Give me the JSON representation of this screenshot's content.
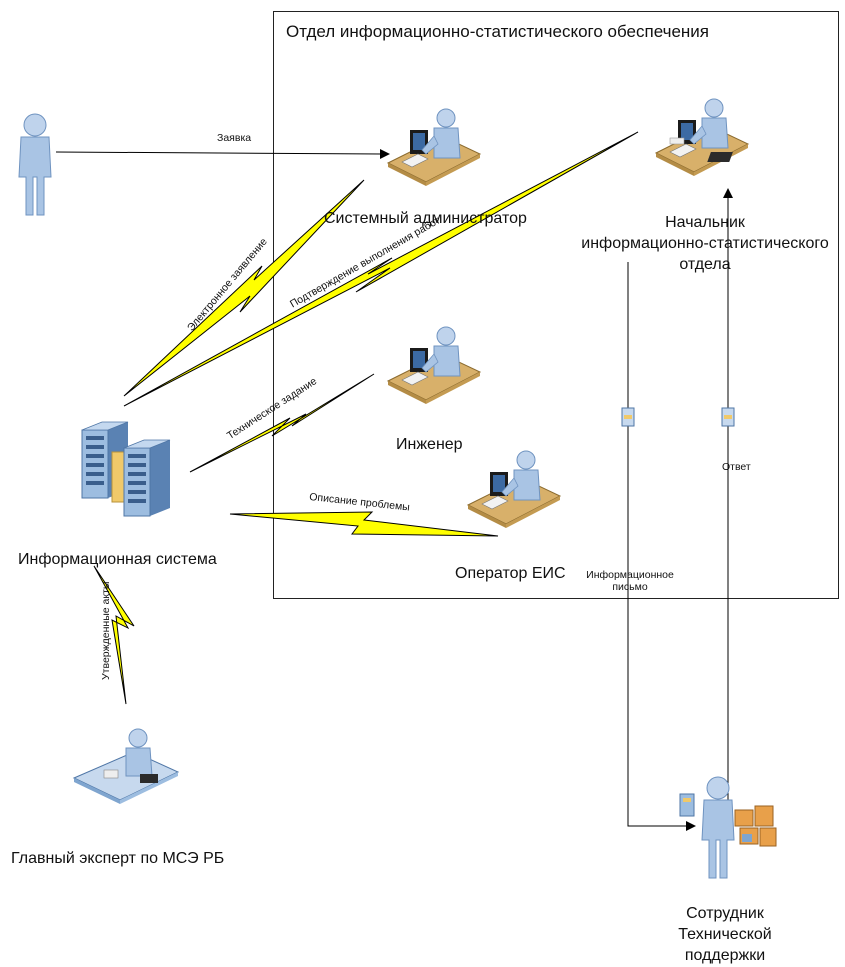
{
  "department": {
    "title": "Отдел информационно-статистического обеспечения"
  },
  "nodes": {
    "sysadmin": "Системный администратор",
    "chief": [
      "Начальник",
      "информационно-статистического",
      "отдела"
    ],
    "engineer": "Инженер",
    "operator": "Оператор ЕИС",
    "infosystem": "Информационная система",
    "expert": "Главный эксперт по МСЭ РБ",
    "support": [
      "Сотрудник",
      "Технической",
      "поддержки"
    ]
  },
  "connections": {
    "request": "Заявка",
    "e_statement": "Электронное заявление",
    "work_confirmation": "Подтверждение выполнения работ",
    "tech_task": "Техническое задание",
    "problem_desc": "Описание проблемы",
    "approved_acts": "Утвержденные акты",
    "info_letter": [
      "Информационное",
      "письмо"
    ],
    "answer": "Ответ"
  },
  "colors": {
    "person": "#a9c4e4",
    "person_dark": "#6f93c0",
    "desk": "#d8b06a",
    "monitor": "#1b1b1b",
    "server": "#7fa5cf",
    "bolt": "#ffff00",
    "line": "#000000"
  }
}
